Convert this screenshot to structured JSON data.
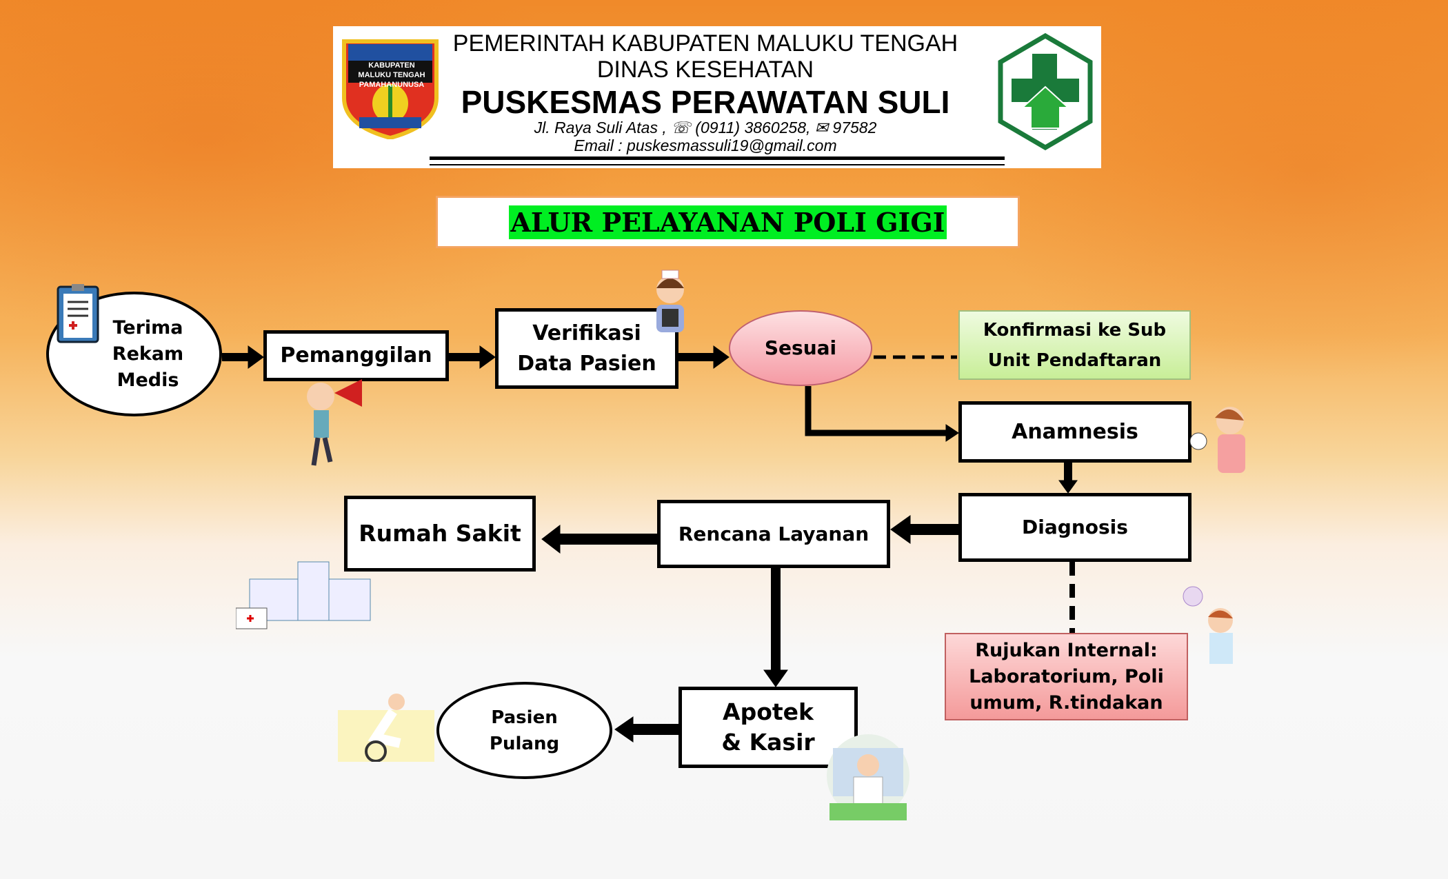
{
  "header": {
    "line1": "PEMERINTAH KABUPATEN MALUKU TENGAH",
    "line2": "DINAS KESEHATAN",
    "line3": "PUSKESMAS PERAWATAN SULI",
    "address": "Jl. Raya Suli Atas , ☏ (0911) 3860258,  ✉ 97582",
    "email": "Email : puskesmassuli19@gmail.com",
    "left_logo_text": "KABUPATEN MALUKU TENGAH PAMAHANUNUSA"
  },
  "title": "ALUR PELAYANAN POLI GIGI",
  "nodes": {
    "terima": "Terima Rekam Medis",
    "pemanggilan": "Pemanggilan",
    "verifikasi": "Verifikasi Data Pasien",
    "sesuai": "Sesuai",
    "konfirmasi": "Konfirmasi ke Sub Unit Pendaftaran",
    "anamnesis": "Anamnesis",
    "diagnosis": "Diagnosis",
    "rujukan": "Rujukan Internal: Laboratorium, Poli umum, R.tindakan",
    "rencana": "Rencana Layanan",
    "rumah_sakit": "Rumah Sakit",
    "apotek": "Apotek & Kasir",
    "pulang": "Pasien Pulang"
  },
  "colors": {
    "title_highlight": "#00ee22",
    "sesuai_fill": "#f9b8be",
    "konfirmasi_fill": "#d8f5b0",
    "rujukan_fill": "#f8b4b4",
    "logo_green": "#1a8a3a"
  }
}
